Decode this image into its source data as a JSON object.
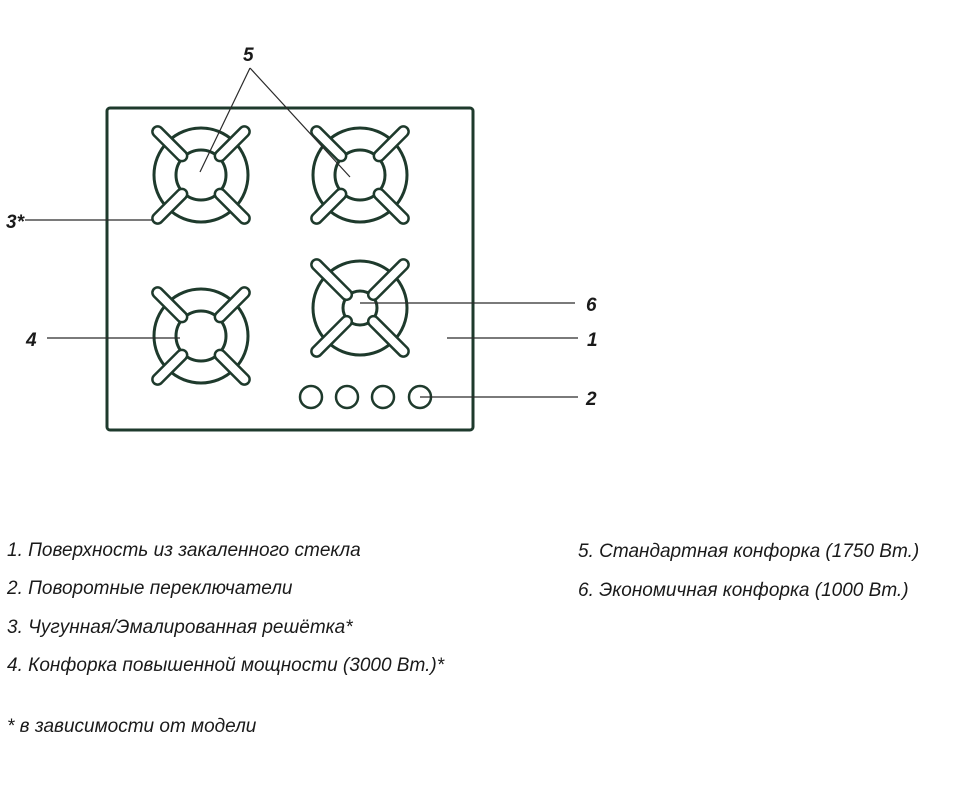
{
  "callouts": {
    "standard_burner": "5",
    "grate": "3*",
    "high_power_burner": "4",
    "economy_burner": "6",
    "glass_surface": "1",
    "knobs": "2"
  },
  "legend": {
    "item1": "1. Поверхность из закаленного стекла",
    "item2": "2. Поворотные переключатели",
    "item3": "3. Чугунная/Эмалированная решётка*",
    "item4": "4. Конфорка повышенной мощности (3000 Вт.)*",
    "item5": "5. Стандартная конфорка (1750 Вт.)",
    "item6": "6. Экономичная конфорка (1000 Вт.)",
    "footnote": "* в зависимости от модели"
  },
  "colors": {
    "outline": "#1e3a2c",
    "leader": "#2a2a2a",
    "text": "#1a1a1a"
  }
}
